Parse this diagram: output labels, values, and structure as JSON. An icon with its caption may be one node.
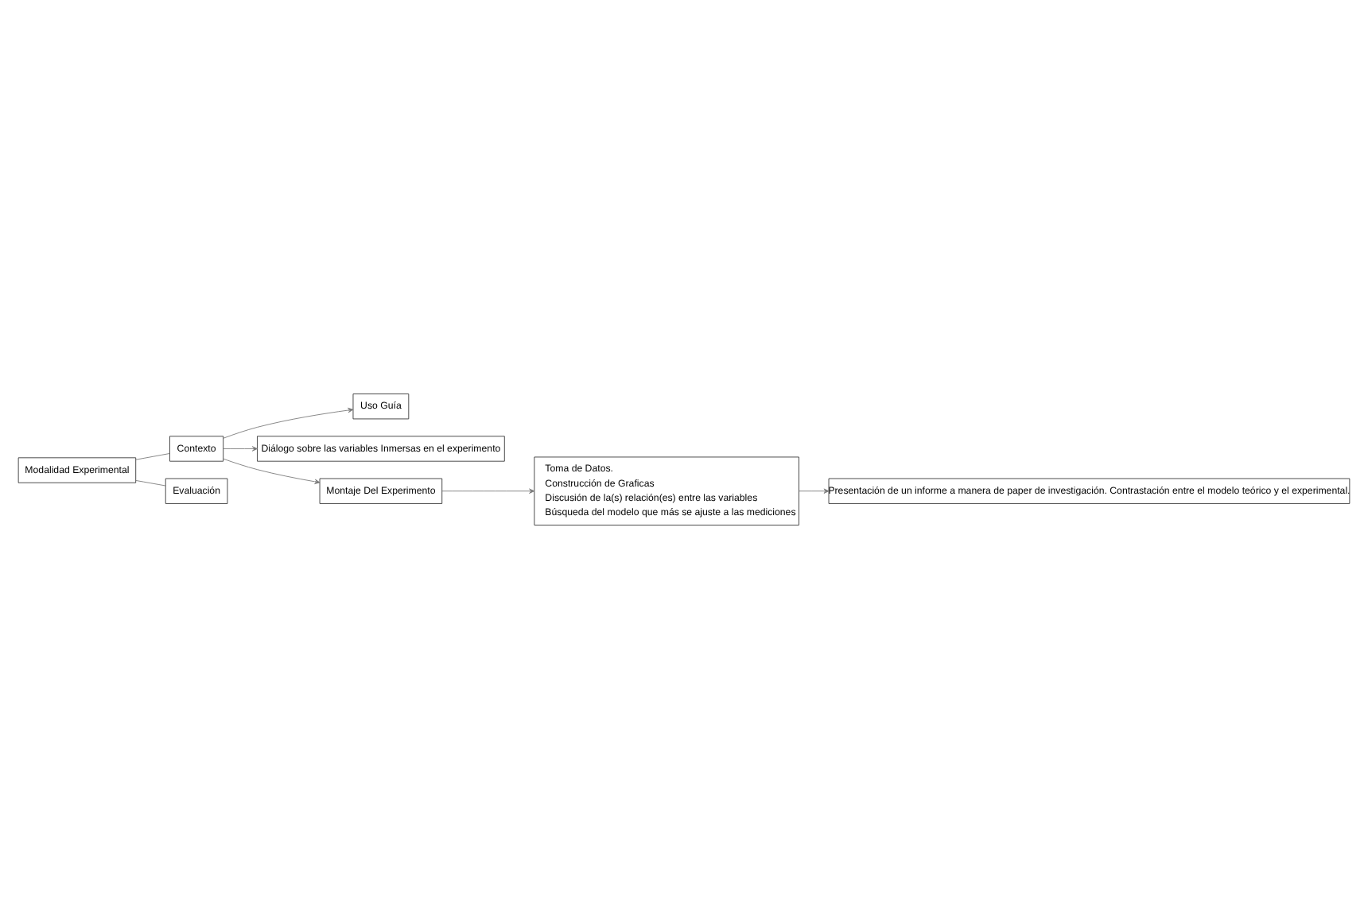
{
  "diagram": {
    "nodes": [
      {
        "text": [
          "Modalidad Experimental"
        ]
      },
      {
        "text": [
          "Contexto"
        ]
      },
      {
        "text": [
          "Uso Guía"
        ]
      },
      {
        "text": [
          "Diálogo sobre las variables Inmersas en el experimento"
        ]
      },
      {
        "text": [
          "Montaje Del Experimento"
        ]
      },
      {
        "text": [
          "Toma de Datos.",
          "Construcción de Graficas",
          "Discusión de la(s) relación(es) entre las variables",
          "Búsqueda del modelo que más se ajuste a las mediciones"
        ]
      },
      {
        "text": [
          "Evaluación"
        ]
      },
      {
        "text": [
          "Presentación de un informe a manera de paper de investigación. Contrastación entre el modelo teórico y el experimental."
        ]
      }
    ],
    "edges": [
      {
        "from": 0,
        "to": 1,
        "arrow": "none"
      },
      {
        "from": 0,
        "to": 6,
        "arrow": "none"
      },
      {
        "from": 1,
        "to": 2,
        "arrow": "to"
      },
      {
        "from": 1,
        "to": 3,
        "arrow": "to"
      },
      {
        "from": 1,
        "to": 4,
        "arrow": "to"
      },
      {
        "from": 4,
        "to": 5,
        "arrow": "to"
      },
      {
        "from": 5,
        "to": 7,
        "arrow": "to"
      }
    ]
  }
}
